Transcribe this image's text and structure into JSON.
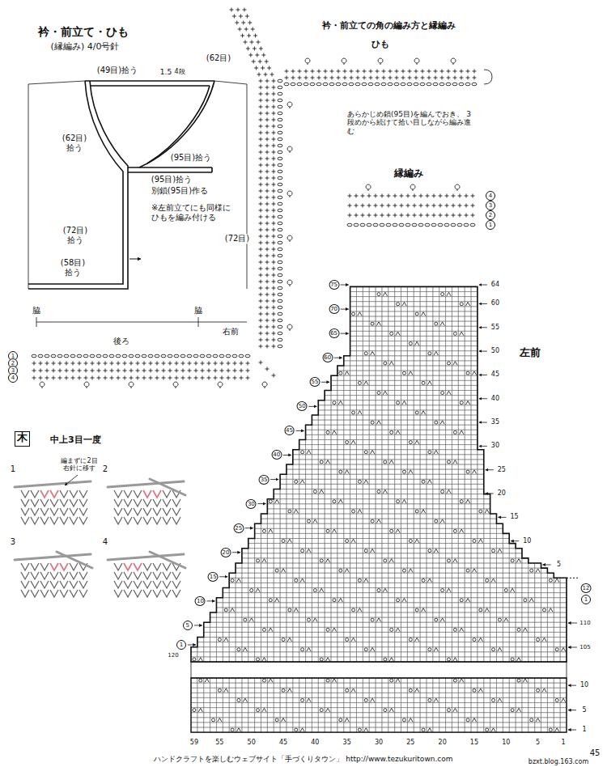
{
  "diagram": {
    "title": "衿・前立て・ひも",
    "nodes": [
      {
        "text": [
          "木",
          "中上3目一度"
        ]
      }
    ],
    "labels": [
      "(縁編み) 4/0号針",
      "(49目)拾う",
      "1.5",
      "4段",
      "(62目) 拾う",
      "(95目)拾う",
      "(95目)拾う",
      "別鎖(95目)作る",
      "※左前立てにも同様に ひもを編み付ける",
      "(72目) 拾う",
      "(58目) 拾う",
      "脇",
      "後ろ",
      "脇",
      "右前",
      "1",
      "2",
      "3",
      "4",
      "衿・前立ての角の編み方と縁編み",
      "ひも",
      "(62目)",
      "あらかじめ鎖(95目)を編んでおき、 3段めから続けて拾い目しながら編み進む",
      "(72目)",
      "縁編み",
      "4",
      "3",
      "2",
      "1",
      "左前",
      "75",
      "70",
      "65",
      "60",
      "55",
      "50",
      "45",
      "40",
      "35",
      "30",
      "25",
      "20",
      "15",
      "10",
      "5",
      "1",
      "120",
      "64",
      "60",
      "55",
      "50",
      "45",
      "40",
      "35",
      "30",
      "25",
      "20",
      "15",
      "10",
      "5",
      "12",
      "1",
      "110",
      "105",
      "10",
      "5",
      "1",
      "59",
      "55",
      "50",
      "45",
      "40",
      "35",
      "30",
      "25",
      "20",
      "15",
      "10",
      "5",
      "1",
      "1",
      "2",
      "3",
      "4",
      "編まずに2目 右針に移す",
      "ハンドクラフトを楽しむウェブサイト「手づくりタウン」 http://www.tezukuritown.com",
      "45",
      "bzxt.blog.163.com"
    ]
  }
}
